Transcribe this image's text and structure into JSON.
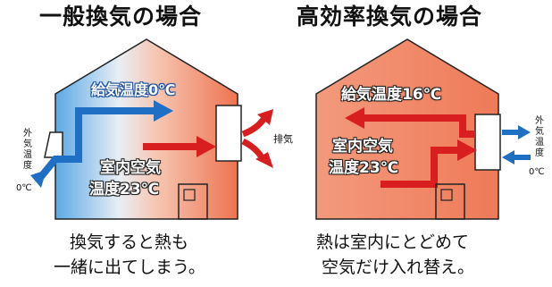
{
  "left": {
    "title": "一般換気の場合",
    "supply_label": "給気温度0℃",
    "room_label_line1": "室内空気",
    "room_label_line2": "温度23℃",
    "outside_chars": [
      "外",
      "気",
      "温",
      "度"
    ],
    "outside_temp": "0℃",
    "exhaust_label": "排気",
    "caption_line1": "換気すると熱も",
    "caption_line2": "一緒に出てしまう。"
  },
  "right": {
    "title": "高効率換気の場合",
    "supply_label": "給気温度16℃",
    "room_label_line1": "室内空気",
    "room_label_line2": "温度23℃",
    "outside_chars": [
      "外",
      "気",
      "温",
      "度"
    ],
    "outside_temp": "0℃",
    "caption_line1": "熱は室内にとどめて",
    "caption_line2": "空気だけ入れ替え。"
  },
  "colors": {
    "cold": "#5aa9e6",
    "warm": "#ef7a55",
    "warm_solid": "#f2886a",
    "arrow_red": "#d81e1e",
    "arrow_blue": "#1f6fc4",
    "outline": "#222222"
  }
}
